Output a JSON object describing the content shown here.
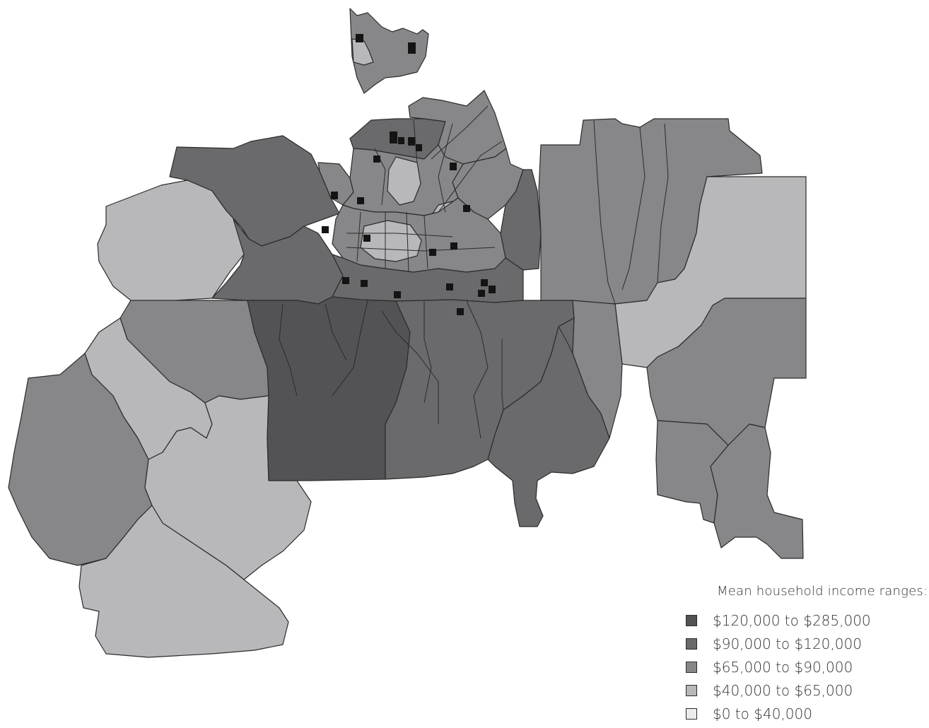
{
  "legend": {
    "title": "Mean household income ranges:",
    "items": [
      {
        "label": "$120,000 to $285,000",
        "color": "#535355"
      },
      {
        "label": "$90,000 to $120,000",
        "color": "#6a6a6c"
      },
      {
        "label": "$65,000 to $90,000",
        "color": "#87878a"
      },
      {
        "label": "$40,000 to $65,000",
        "color": "#b8b8bb"
      },
      {
        "label": "$0 to $40,000",
        "color": "#ececec"
      }
    ]
  },
  "colors": {
    "map_border": "#2b2b2b",
    "marker": "#141414",
    "background": "#ffffff"
  }
}
